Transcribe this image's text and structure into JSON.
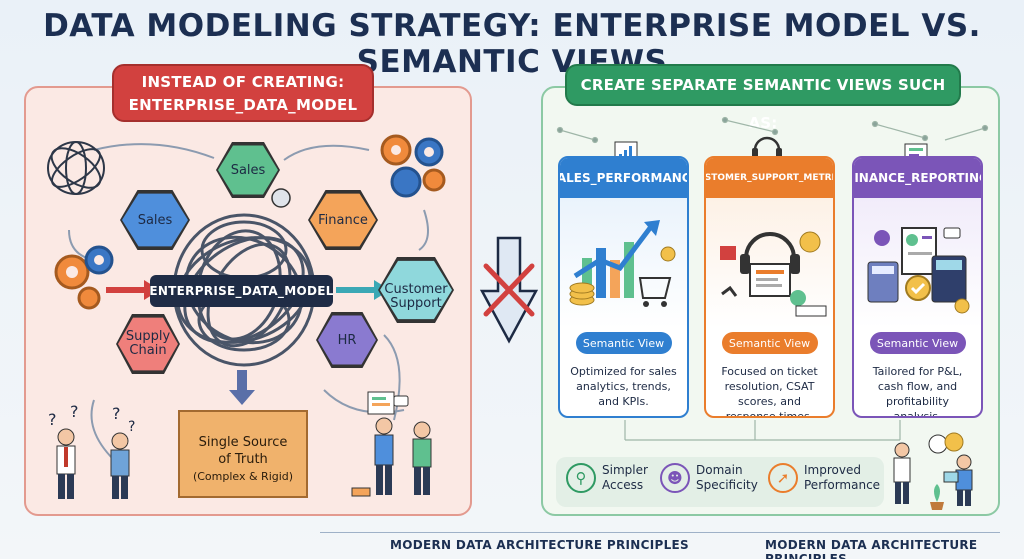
{
  "title": "DATA MODELING STRATEGY: ENTERPRISE MODEL VS. SEMANTIC VIEWS",
  "left": {
    "banner_line1": "INSTEAD OF CREATING:",
    "banner_line2": "ENTERPRISE_DATA_MODEL",
    "core_label": "ENTERPRISE_DATA_MODEL",
    "nodes": {
      "sales_top": "Sales",
      "sales_left": "Sales",
      "finance": "Finance",
      "customer_support_1": "Customer",
      "customer_support_2": "Support",
      "supply_chain_1": "Supply",
      "supply_chain_2": "Chain",
      "hr": "HR"
    },
    "ssot_line1": "Single Source",
    "ssot_line2": "of Truth",
    "ssot_line3": "(Complex & Rigid)"
  },
  "right": {
    "banner": "CREATE SEPARATE SEMANTIC VIEWS SUCH AS:",
    "cards": [
      {
        "title": "SALES_PERFORMANCE",
        "pill": "Semantic View",
        "desc": "Optimized for sales analytics, trends, and KPIs."
      },
      {
        "title": "CUSTOMER_SUPPORT_METRICS",
        "pill": "Semantic View",
        "desc": "Focused on ticket resolution, CSAT scores, and response times."
      },
      {
        "title": "FINANCE_REPORTING",
        "pill": "Semantic View",
        "desc": "Tailored for P&L, cash flow, and profitability analysis."
      }
    ],
    "benefits": [
      {
        "line1": "Simpler",
        "line2": "Access"
      },
      {
        "line1": "Domain",
        "line2": "Specificity"
      },
      {
        "line1": "Improved",
        "line2": "Performance"
      }
    ]
  },
  "footer": {
    "left": "MODERN DATA ARCHITECTURE PRINCIPLES",
    "right": "MODERN DATA ARCHITECTURE PRINCIPLES"
  },
  "colors": {
    "left_banner": "#d2413f",
    "right_banner": "#2f9a63",
    "sales_card": "#2f7fd0",
    "support_card": "#ea7d2c",
    "finance_card": "#7b55b8"
  }
}
